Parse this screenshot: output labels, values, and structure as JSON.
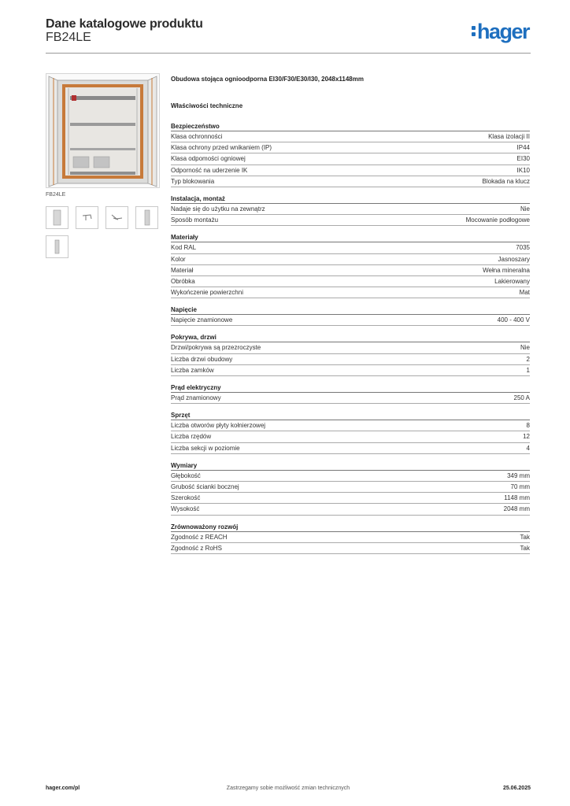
{
  "header": {
    "title": "Dane katalogowe produktu",
    "product_code": "FB24LE",
    "logo_text": "hager"
  },
  "image": {
    "caption": "FB24LE",
    "thumbnails": [
      "cabinet-front-thumbnail",
      "mounting-bracket-thumbnail",
      "locking-element-thumbnail",
      "cabinet-side-thumbnail",
      "door-panel-thumbnail"
    ]
  },
  "main": {
    "heading": "Obudowa stojąca ognioodporna EI30/F30/E30/I30, 2048x1148mm",
    "subheading": "Właściwości techniczne",
    "groups": [
      {
        "title": "Bezpieczeństwo",
        "rows": [
          {
            "label": "Klasa ochronności",
            "value": "Klasa izolacji II"
          },
          {
            "label": "Klasa ochrony przed wnikaniem (IP)",
            "value": "IP44"
          },
          {
            "label": "Klasa odpomości ogniowej",
            "value": "EI30"
          },
          {
            "label": "Odporność na uderzenie IK",
            "value": "IK10"
          },
          {
            "label": "Typ blokowania",
            "value": "Blokada na klucz"
          }
        ]
      },
      {
        "title": "Instalacja, montaż",
        "rows": [
          {
            "label": "Nadaje się do użytku na zewnątrz",
            "value": "Nie"
          },
          {
            "label": "Sposób montażu",
            "value": "Mocowanie podłogowe"
          }
        ]
      },
      {
        "title": "Materiały",
        "rows": [
          {
            "label": "Kod RAL",
            "value": "7035"
          },
          {
            "label": "Kolor",
            "value": "Jasnoszary"
          },
          {
            "label": "Materiał",
            "value": "Wełna mineralna"
          },
          {
            "label": "Obróbka",
            "value": "Lakierowany"
          },
          {
            "label": "Wykończenie powierzchni",
            "value": "Mat"
          }
        ]
      },
      {
        "title": "Napięcie",
        "rows": [
          {
            "label": "Napięcie znamionowe",
            "value": "400 - 400 V"
          }
        ]
      },
      {
        "title": "Pokrywa, drzwi",
        "rows": [
          {
            "label": "Drzwi/pokrywa są przezroczyste",
            "value": "Nie"
          },
          {
            "label": "Liczba drzwi obudowy",
            "value": "2"
          },
          {
            "label": "Liczba zamków",
            "value": "1"
          }
        ]
      },
      {
        "title": "Prąd elektryczny",
        "rows": [
          {
            "label": "Prąd znamionowy",
            "value": "250 A"
          }
        ]
      },
      {
        "title": "Sprzęt",
        "rows": [
          {
            "label": "Liczba otworów płyty kołnierzowej",
            "value": "8"
          },
          {
            "label": "Liczba rzędów",
            "value": "12"
          },
          {
            "label": "Liczba sekcji w poziomie",
            "value": "4"
          }
        ]
      },
      {
        "title": "Wymiary",
        "rows": [
          {
            "label": "Głębokość",
            "value": "349 mm"
          },
          {
            "label": "Grubość ścianki bocznej",
            "value": "70 mm"
          },
          {
            "label": "Szerokość",
            "value": "1148 mm"
          },
          {
            "label": "Wysokość",
            "value": "2048 mm"
          }
        ]
      },
      {
        "title": "Zrównoważony rozwój",
        "rows": [
          {
            "label": "Zgodność z REACH",
            "value": "Tak"
          },
          {
            "label": "Zgodność z RoHS",
            "value": "Tak"
          }
        ]
      }
    ]
  },
  "footer": {
    "website": "hager.com/pl",
    "notice": "Zastrzegamy sobie możliwość zmian technicznych",
    "date": "25.06.2025"
  },
  "colors": {
    "brand": "#1e6fbf",
    "cabinet_interior": "#c77a3a",
    "cabinet_body": "#e4e4e2"
  }
}
